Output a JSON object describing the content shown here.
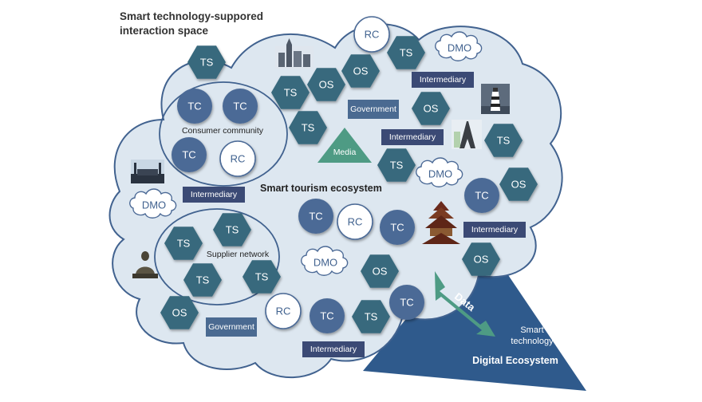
{
  "title_lines": [
    "Smart technology-suppored",
    "interaction space"
  ],
  "ecosystem_label": "Smart tourism ecosystem",
  "consumer_community_label": "Consumer community",
  "supplier_network_label": "Supplier network",
  "data_label": "Data",
  "smart_technology_label": [
    "Smart",
    "technology"
  ],
  "digital_ecosystem_label": "Digital Ecosystem",
  "node_labels": {
    "TS": "TS",
    "TC": "TC",
    "RC": "RC",
    "OS": "OS",
    "DMO": "DMO",
    "Intermediary": "Intermediary",
    "Government": "Government",
    "Media": "Media"
  },
  "colors": {
    "cloud_fill": "#dde7f0",
    "cloud_stroke": "#41628f",
    "ts_hex": "#37697d",
    "tc_circle": "#4c6a96",
    "os_hex": "#37697d",
    "rc_stroke": "#4c6a96",
    "intermediary_box": "#3b4a75",
    "government_box": "#4a6a91",
    "media_triangle": "#4e9b84",
    "data_arrow": "#4e9b84",
    "digital_ecosystem": "#2f5a8c"
  },
  "icons": [
    "castle-icon",
    "lighthouse-icon",
    "eiffel-tower-icon",
    "mosque-icon",
    "pagoda-icon",
    "buddha-statue-icon"
  ]
}
